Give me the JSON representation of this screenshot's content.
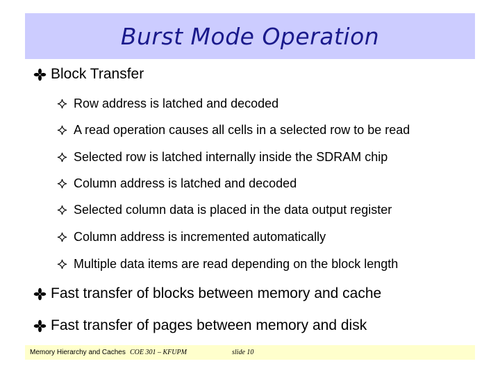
{
  "slide": {
    "title": "Burst Mode Operation",
    "accent_color": "#ccccff",
    "title_color": "#1a1a8c",
    "bullets": [
      {
        "label": "Block Transfer",
        "icon": "diamond-bullet-icon",
        "sub": [
          "Row address is latched and decoded",
          "A read operation causes all cells in a selected row to be read",
          "Selected row is latched internally inside the SDRAM chip",
          "Column address is latched and decoded",
          "Selected column data is placed in the data output register",
          "Column address is incremented automatically",
          "Multiple data items are read depending on the block length"
        ]
      },
      {
        "label": "Fast transfer of blocks between memory and cache",
        "icon": "diamond-bullet-icon"
      },
      {
        "label": "Fast transfer of pages between memory and disk",
        "icon": "diamond-bullet-icon"
      }
    ]
  },
  "footer": {
    "left": "Memory Hierarchy and Caches",
    "course": "COE 301 – KFUPM",
    "slide": "slide 10",
    "background": "#ffffcc"
  }
}
